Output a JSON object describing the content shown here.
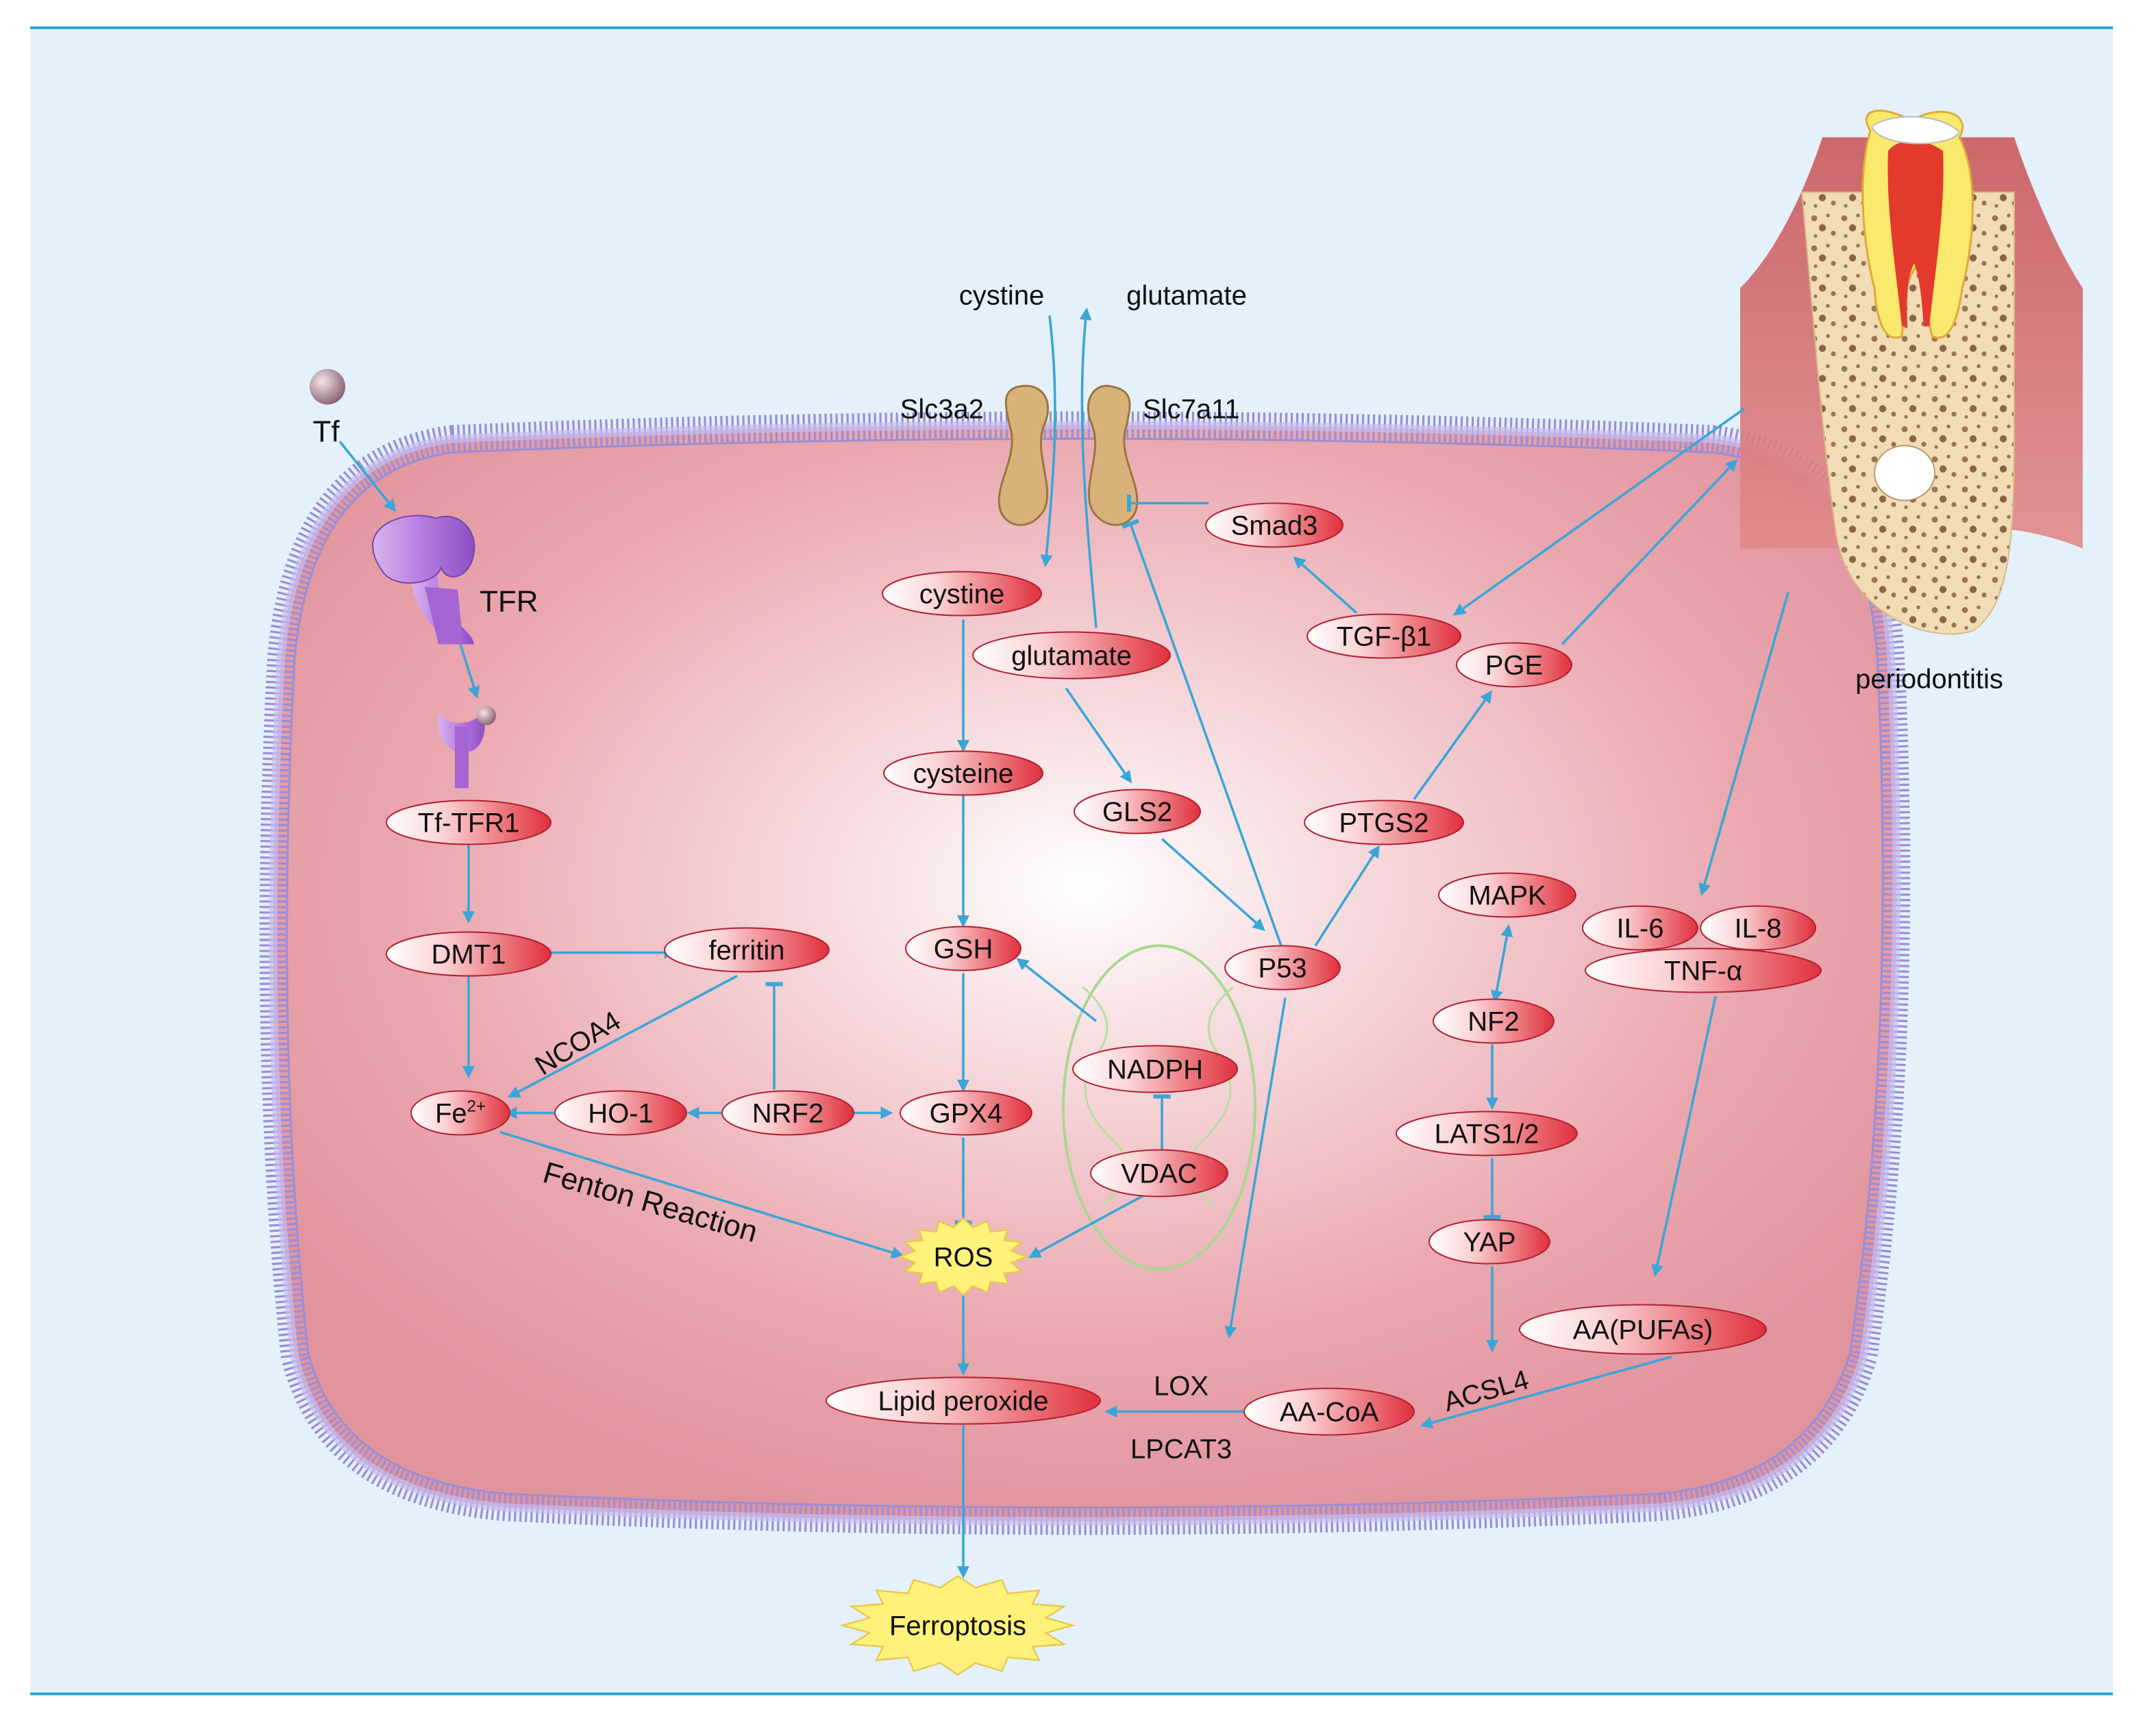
{
  "colors": {
    "arrow": "#3aa6d8",
    "background": "#e4f1fb",
    "frame_line": "#2aa3da",
    "cell": "#e7a0a8",
    "membrane": "#9b8ed6",
    "node_dark": "#e0303c",
    "node_light": "#ffffff",
    "star": "#fff27a",
    "transporter": "#d9b27a"
  },
  "labels": {
    "cystine_out": "cystine",
    "glutamate_out": "glutamate",
    "slc3a2": "Slc3a2",
    "slc7a11": "Slc7a11",
    "tf": "Tf",
    "tfr": "TFR",
    "periodontitis": "periodontitis",
    "ncoa4": "NCOA4",
    "fenton": "Fenton Reaction",
    "lox": "LOX",
    "lpcat3": "LPCAT3",
    "acsl4": "ACSL4"
  },
  "nodes": {
    "cystine": "cystine",
    "glutamate": "glutamate",
    "cysteine": "cysteine",
    "gls2": "GLS2",
    "gsh": "GSH",
    "gpx4": "GPX4",
    "nadph": "NADPH",
    "vdac": "VDAC",
    "tf_tfr1": "Tf-TFR1",
    "dmt1": "DMT1",
    "ferritin": "ferritin",
    "fe": "Fe",
    "fe_sup": "2+",
    "ho1": "HO-1",
    "nrf2": "NRF2",
    "ros": "ROS",
    "lipid": "Lipid peroxide",
    "ferroptosis": "Ferroptosis",
    "smad3": "Smad3",
    "tgfb1": "TGF-β1",
    "pge": "PGE",
    "ptgs2": "PTGS2",
    "p53": "P53",
    "mapk": "MAPK",
    "nf2": "NF2",
    "lats": "LATS1/2",
    "yap": "YAP",
    "il6": "IL-6",
    "il8": "IL-8",
    "tnfa": "TNF-α",
    "aa": "AA(PUFAs)",
    "aacoa": "AA-CoA"
  }
}
